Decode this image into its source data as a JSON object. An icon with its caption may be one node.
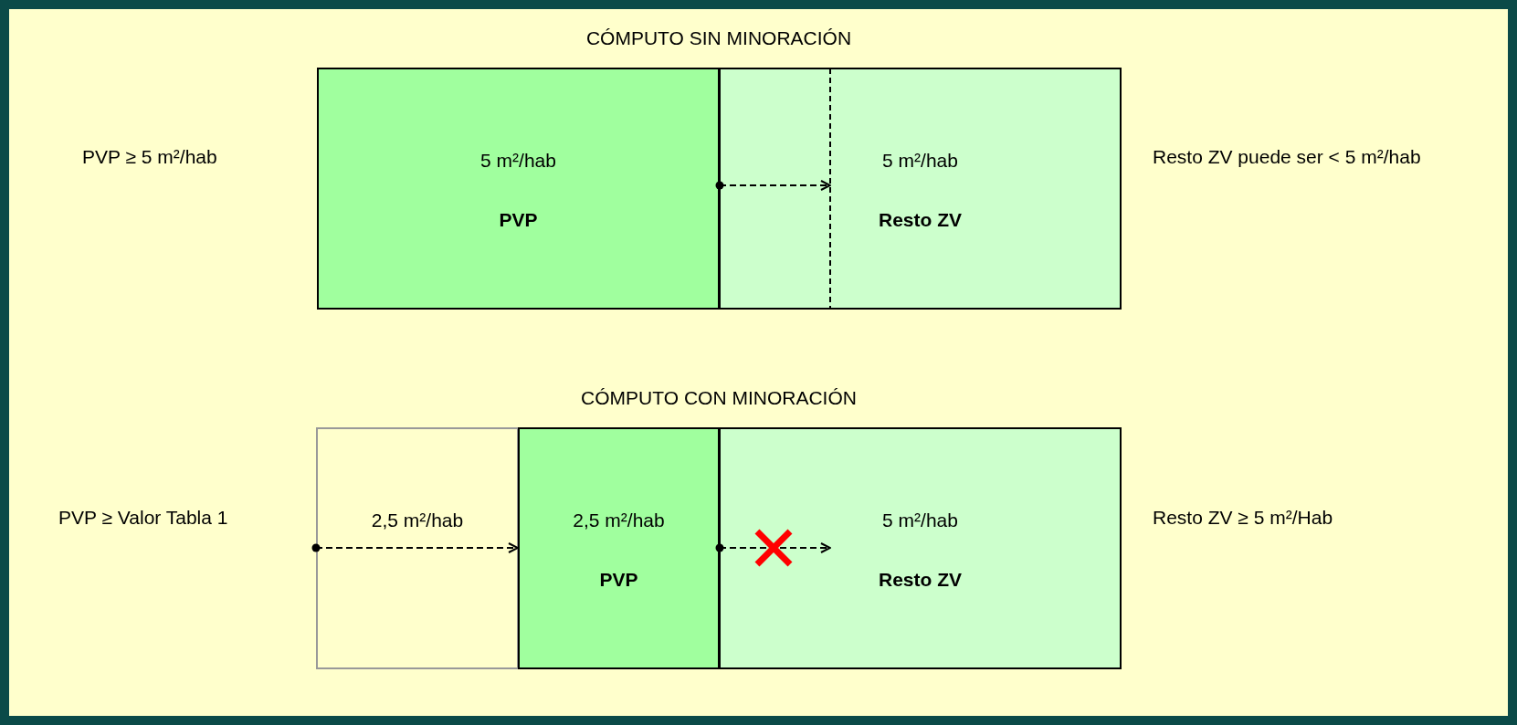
{
  "diagram": {
    "nodes": [
      {
        "text": [
          "5 m²/hab",
          "PVP"
        ]
      },
      {
        "text": [
          "5 m²/hab",
          "Resto ZV"
        ]
      },
      {
        "text": [
          "2,5 m²/hab"
        ]
      },
      {
        "text": [
          "2,5 m²/hab",
          "PVP"
        ]
      },
      {
        "text": [
          "5 m²/hab",
          "Resto ZV"
        ]
      }
    ],
    "edges": [
      {
        "from": 0,
        "to": 1,
        "arrow": "to",
        "style": "dashed"
      },
      {
        "from": 2,
        "to": 3,
        "arrow": "to",
        "style": "dashed"
      },
      {
        "from": 3,
        "to": 4,
        "arrow": "to",
        "style": "dashed"
      }
    ],
    "labels": [
      "CÓMPUTO SIN MINORACIÓN",
      "PVP ≥ 5 m²/hab",
      "Resto ZV puede ser < 5 m²/hab",
      "CÓMPUTO CON MINORACIÓN",
      "PVP ≥ Valor Tabla 1",
      "Resto ZV ≥ 5 m²/Hab"
    ]
  }
}
